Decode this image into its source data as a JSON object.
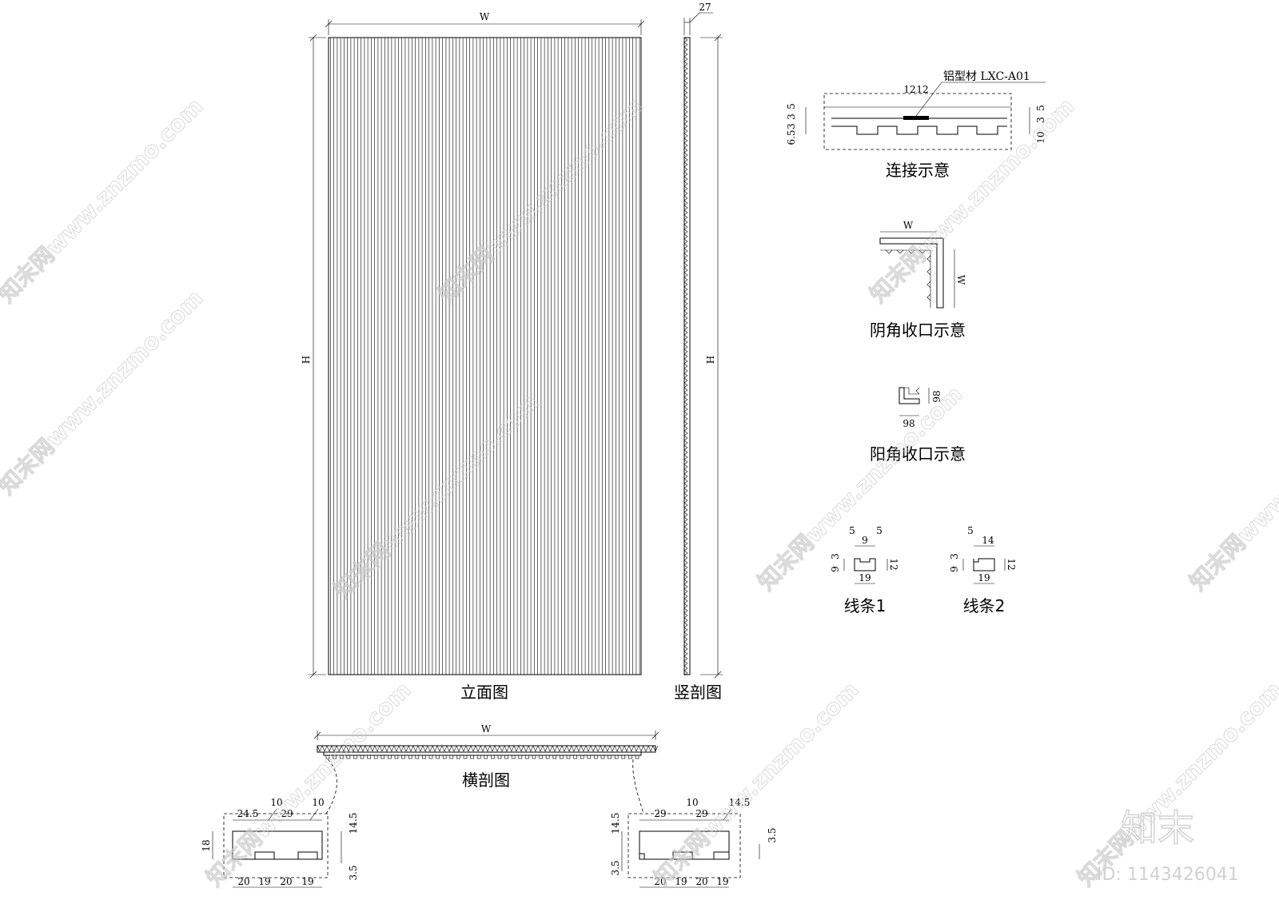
{
  "titles": {
    "elevation": "立面图",
    "vertical_section": "竖剖图",
    "horizontal_section": "横剖图",
    "connection": "连接示意",
    "inner_corner": "阴角收口示意",
    "outer_corner": "阳角收口示意",
    "strip1": "线条1",
    "strip2": "线条2"
  },
  "labels": {
    "W": "W",
    "H": "H",
    "aluminum_profile": "铝型材 LXC-A01"
  },
  "dims": {
    "thickness_27": "27",
    "conn_12a": "12",
    "conn_12b": "12",
    "conn_5": "5",
    "conn_3": "3",
    "conn_6_5": "6.5",
    "conn_3b": "3",
    "conn_r5": "5",
    "conn_r3": "3",
    "conn_r10": "10",
    "outer_98_v": "98",
    "outer_98_h": "98",
    "s1_5a": "5",
    "s1_9": "9",
    "s1_5b": "5",
    "s1_9v": "9",
    "s1_3v": "3",
    "s1_12": "12",
    "s1_19": "19",
    "s2_5": "5",
    "s2_14": "14",
    "s2_9v": "9",
    "s2_3v": "3",
    "s2_12": "12",
    "s2_19": "19",
    "dl_24_5": "24.5",
    "dl_10a": "10",
    "dl_29": "29",
    "dl_10b": "10",
    "dl_18": "18",
    "dl_14_5": "14.5",
    "dl_3_5": "3.5",
    "dl_b20a": "20",
    "dl_b19a": "19",
    "dl_b20b": "20",
    "dl_b19b": "19",
    "dr_29a": "29",
    "dr_10": "10",
    "dr_29b": "29",
    "dr_14_5": "14.5",
    "dr_l14_5": "14.5",
    "dr_l3_5": "3.5",
    "dr_r3_5": "3.5",
    "dr_b20a": "20",
    "dr_b19a": "19",
    "dr_b20b": "20",
    "dr_b19b": "19"
  },
  "watermark": {
    "site": "知末网www.znzmo.com",
    "logo": "知末",
    "id": "ID: 1143426041"
  }
}
